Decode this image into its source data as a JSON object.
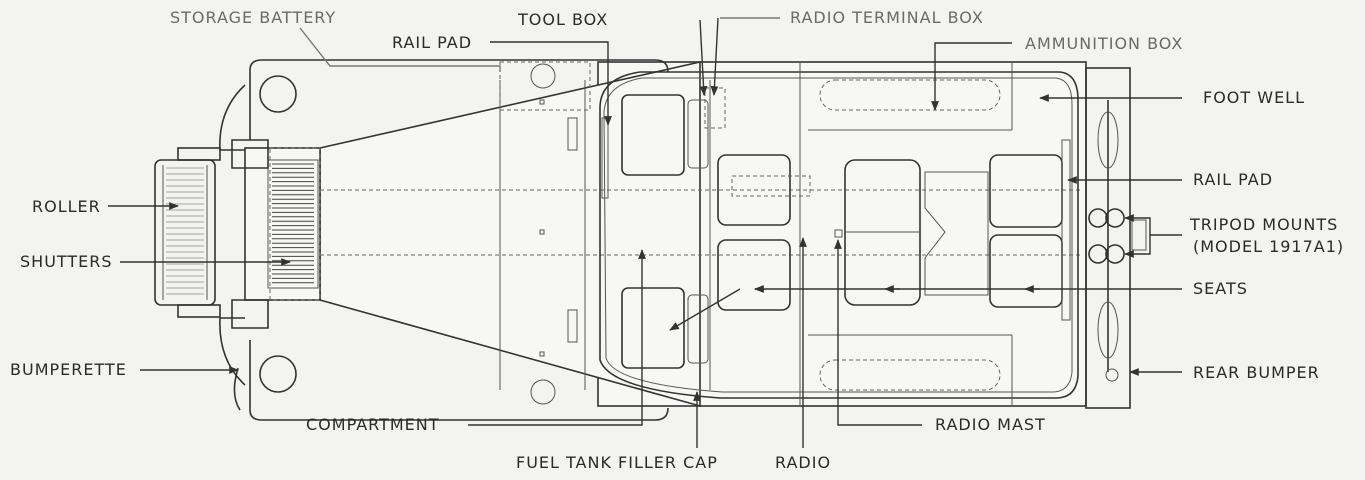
{
  "labels": {
    "storage_battery": "STORAGE BATTERY",
    "rail_pad_top": "RAIL PAD",
    "tool_box": "TOOL BOX",
    "radio_terminal_box": "RADIO TERMINAL BOX",
    "ammunition_box": "AMMUNITION BOX",
    "foot_well": "FOOT WELL",
    "rail_pad_right": "RAIL PAD",
    "tripod_mounts_1": "TRIPOD MOUNTS",
    "tripod_mounts_2": "(MODEL 1917A1)",
    "seats": "SEATS",
    "rear_bumper": "REAR BUMPER",
    "roller": "ROLLER",
    "shutters": "SHUTTERS",
    "bumperette": "BUMPERETTE",
    "compartment": "COMPARTMENT",
    "fuel_tank_filler_cap": "FUEL TANK FILLER CAP",
    "radio": "RADIO",
    "radio_mast": "RADIO MAST"
  }
}
